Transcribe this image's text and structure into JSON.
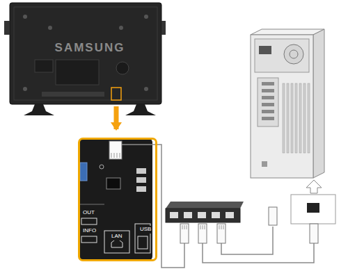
{
  "diagram": {
    "nodes": [
      {
        "text": [
          "SAMSUNG"
        ]
      },
      {
        "text": [
          "OUT",
          "INFO",
          "LAN",
          "USB"
        ]
      }
    ],
    "edges": [
      {
        "from": 0,
        "to": 1,
        "arrow": "to"
      }
    ]
  }
}
